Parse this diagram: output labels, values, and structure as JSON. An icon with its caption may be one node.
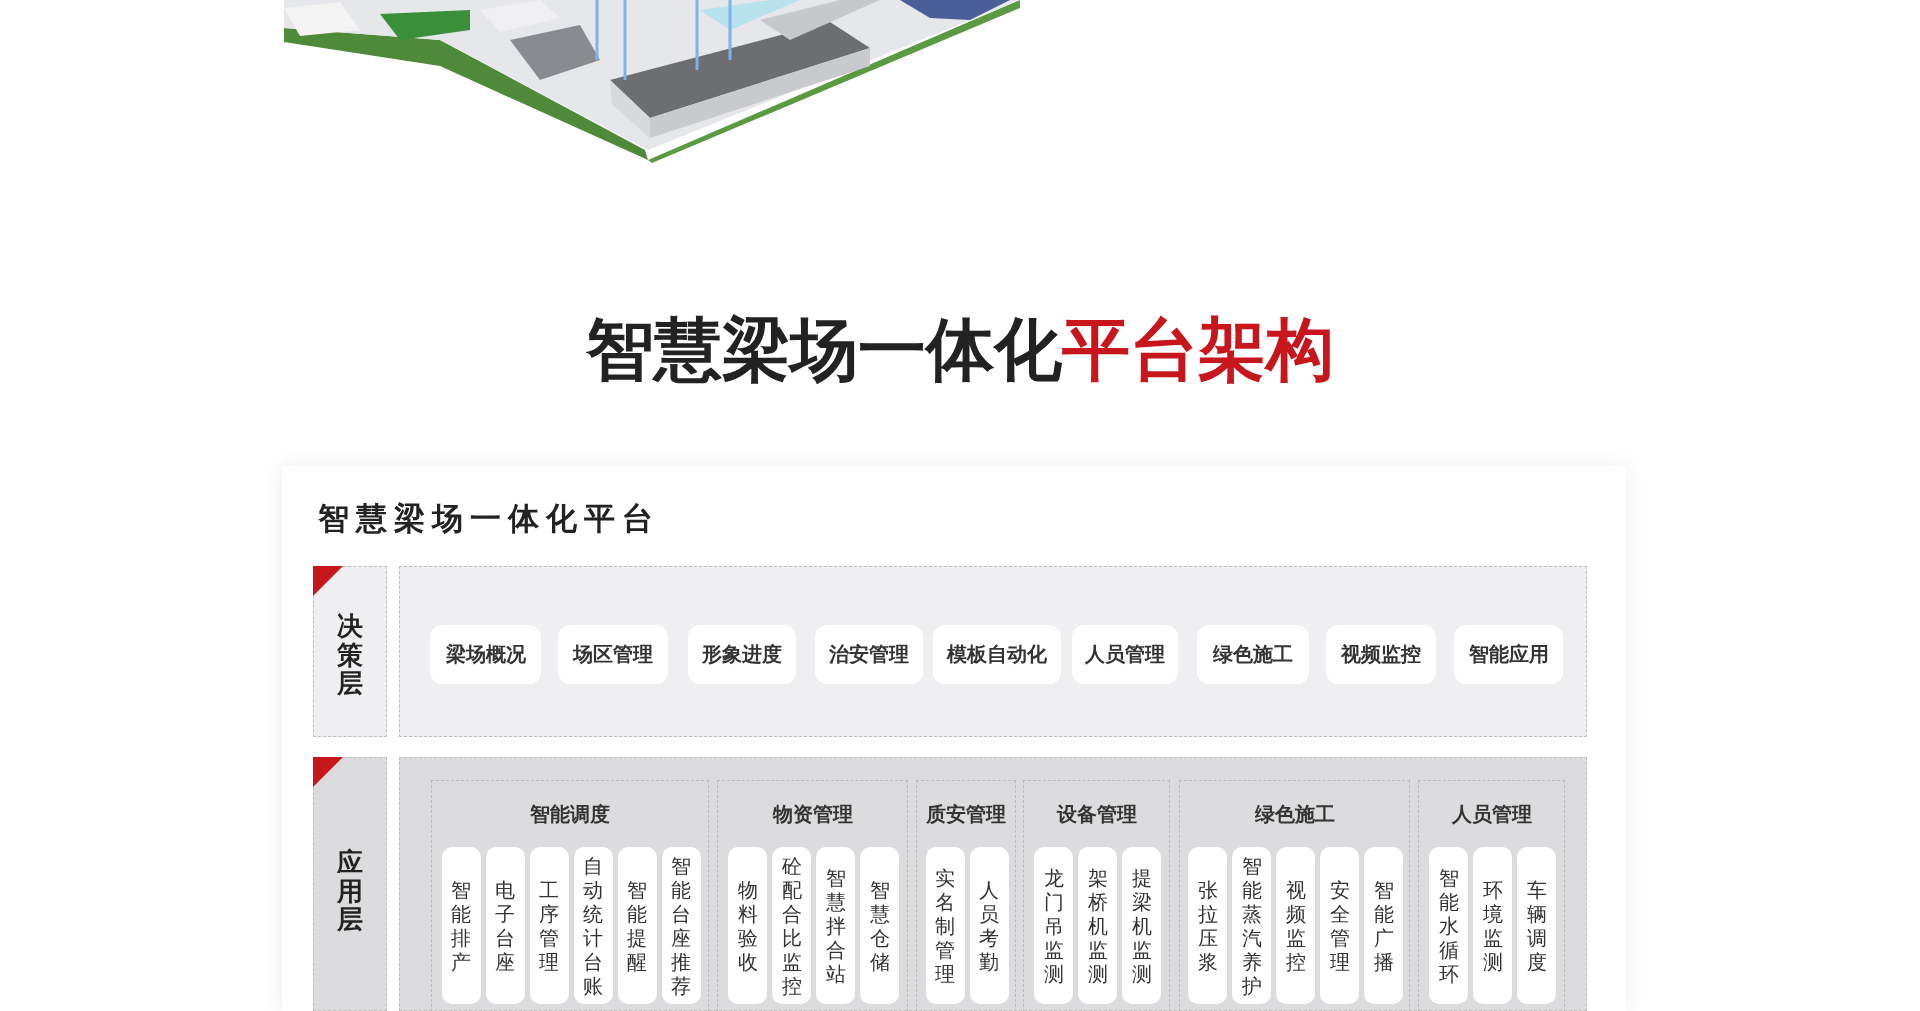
{
  "diagram": {
    "title": "智慧梁场一体化平台架构",
    "nodes": [
      {
        "text": [
          "智慧梁场一体化平台"
        ]
      },
      {
        "text": [
          "决策层"
        ],
        "in": 0
      },
      {
        "text": [],
        "shape": "box",
        "in": 0
      },
      {
        "text": [
          "梁场概况"
        ],
        "in": 2
      },
      {
        "text": [
          "场区管理"
        ],
        "in": 2
      },
      {
        "text": [
          "形象进度"
        ],
        "in": 2
      },
      {
        "text": [
          "治安管理"
        ],
        "in": 2
      },
      {
        "text": [
          "模板自动化"
        ],
        "in": 2
      },
      {
        "text": [
          "人员管理"
        ],
        "in": 2
      },
      {
        "text": [
          "绿色施工"
        ],
        "in": 2
      },
      {
        "text": [
          "视频监控"
        ],
        "in": 2
      },
      {
        "text": [
          "智能应用"
        ],
        "in": 2
      },
      {
        "text": [
          "应用层"
        ],
        "in": 0
      },
      {
        "text": [],
        "shape": "box",
        "in": 0
      },
      {
        "text": [
          "智能调度"
        ],
        "in": 13
      },
      {
        "text": [
          "智能排产"
        ],
        "in": 14
      },
      {
        "text": [
          "电子台座"
        ],
        "in": 14
      },
      {
        "text": [
          "工序管理"
        ],
        "in": 14
      },
      {
        "text": [
          "自动统计台账"
        ],
        "in": 14
      },
      {
        "text": [
          "智能提醒"
        ],
        "in": 14
      },
      {
        "text": [
          "智能台座推荐"
        ],
        "in": 14
      },
      {
        "text": [
          "物资管理"
        ],
        "in": 13
      },
      {
        "text": [
          "物料验收"
        ],
        "in": 21
      },
      {
        "text": [
          "砼配合比监控"
        ],
        "in": 21
      },
      {
        "text": [
          "智慧拌合站"
        ],
        "in": 21
      },
      {
        "text": [
          "智慧仓储"
        ],
        "in": 21
      },
      {
        "text": [
          "质安管理"
        ],
        "in": 13
      },
      {
        "text": [
          "实名制管理"
        ],
        "in": 26
      },
      {
        "text": [
          "人员考勤"
        ],
        "in": 26
      },
      {
        "text": [
          "设备管理"
        ],
        "in": 13
      },
      {
        "text": [
          "龙门吊监测"
        ],
        "in": 29
      },
      {
        "text": [
          "架桥机监测"
        ],
        "in": 29
      },
      {
        "text": [
          "提梁机监测"
        ],
        "in": 29
      },
      {
        "text": [
          "绿色施工"
        ],
        "in": 13
      },
      {
        "text": [
          "张拉压浆"
        ],
        "in": 33
      },
      {
        "text": [
          "智能蒸汽养护"
        ],
        "in": 33
      },
      {
        "text": [
          "视频监控"
        ],
        "in": 33
      },
      {
        "text": [
          "安全管理"
        ],
        "in": 33
      },
      {
        "text": [
          "智能广播"
        ],
        "in": 33
      },
      {
        "text": [
          "人员管理"
        ],
        "in": 13
      },
      {
        "text": [
          "智能水循环"
        ],
        "in": 39
      },
      {
        "text": [
          "环境监测"
        ],
        "in": 39
      },
      {
        "text": [
          "车辆调度"
        ],
        "in": 39
      }
    ],
    "edges": []
  }
}
